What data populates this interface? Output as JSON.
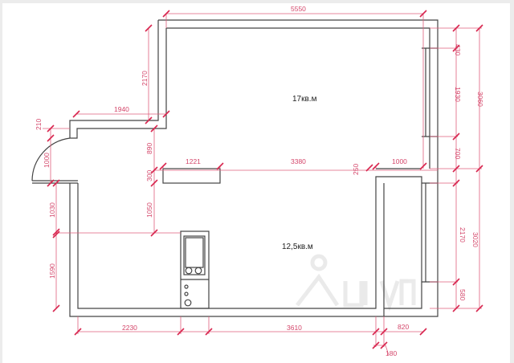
{
  "rooms": {
    "main_room": "17кв.м",
    "kitchen_room": "12,5кв.м"
  },
  "dimensions": {
    "top_width": "5550",
    "left_upper_height": "2170",
    "corridor_width": "1940",
    "corridor_step": "210",
    "door_width": "1000",
    "corridor_to_partition": "890",
    "partition_thickness": "300",
    "partition_length": "1221",
    "opening_width": "3380",
    "partition_gap": "250",
    "balcony_door": "1000",
    "window_top_offset": "430",
    "window_upper_height": "1930",
    "upper_right_total": "3060",
    "window_lower_offset": "700",
    "window_lower_height": "2170",
    "lower_right_total": "3020",
    "window_bottom_offset": "580",
    "left_lower_upper": "1030",
    "partition_to_kitchen": "1050",
    "left_lower_lower": "1590",
    "bottom_left": "2230",
    "bottom_middle": "3610",
    "balcony_width": "820",
    "wall_thickness": "180"
  },
  "colors": {
    "walls": "#444444",
    "dimensions": "#d8264f"
  }
}
